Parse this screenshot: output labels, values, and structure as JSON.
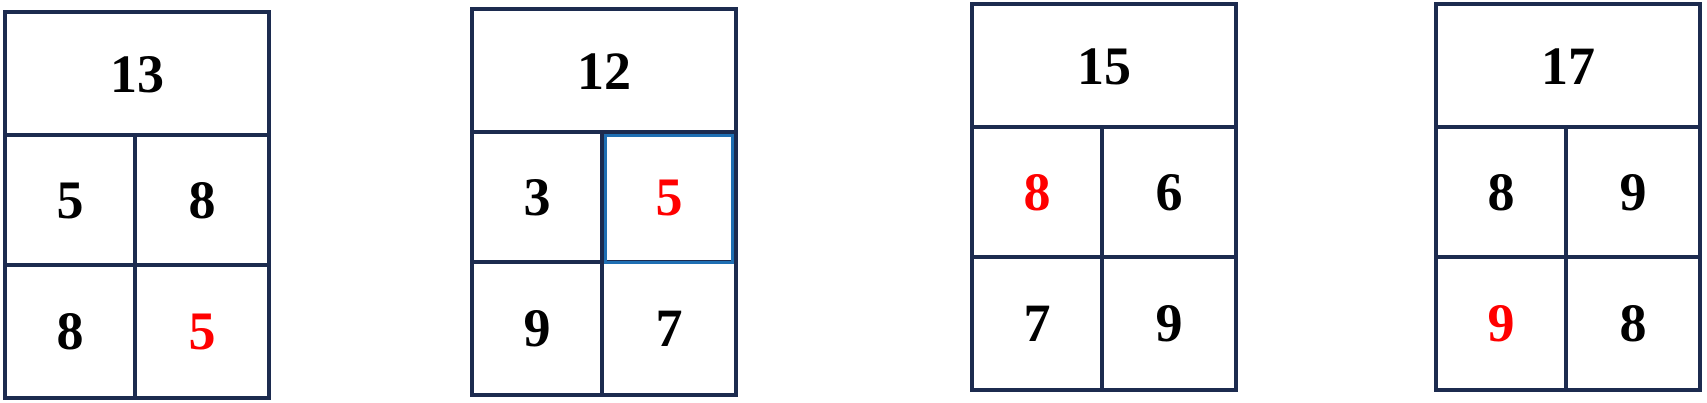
{
  "colors": {
    "border": "#1c2b4f",
    "text": "#000000",
    "highlight": "#ff0000"
  },
  "cards": [
    {
      "top": "13",
      "cells": [
        "5",
        "8",
        "8",
        "5"
      ],
      "highlight_index": 3
    },
    {
      "top": "12",
      "cells": [
        "3",
        "5",
        "9",
        "7"
      ],
      "highlight_index": 1
    },
    {
      "top": "15",
      "cells": [
        "8",
        "6",
        "7",
        "9"
      ],
      "highlight_index": 0
    },
    {
      "top": "17",
      "cells": [
        "8",
        "9",
        "9",
        "8"
      ],
      "highlight_index": 2
    }
  ]
}
